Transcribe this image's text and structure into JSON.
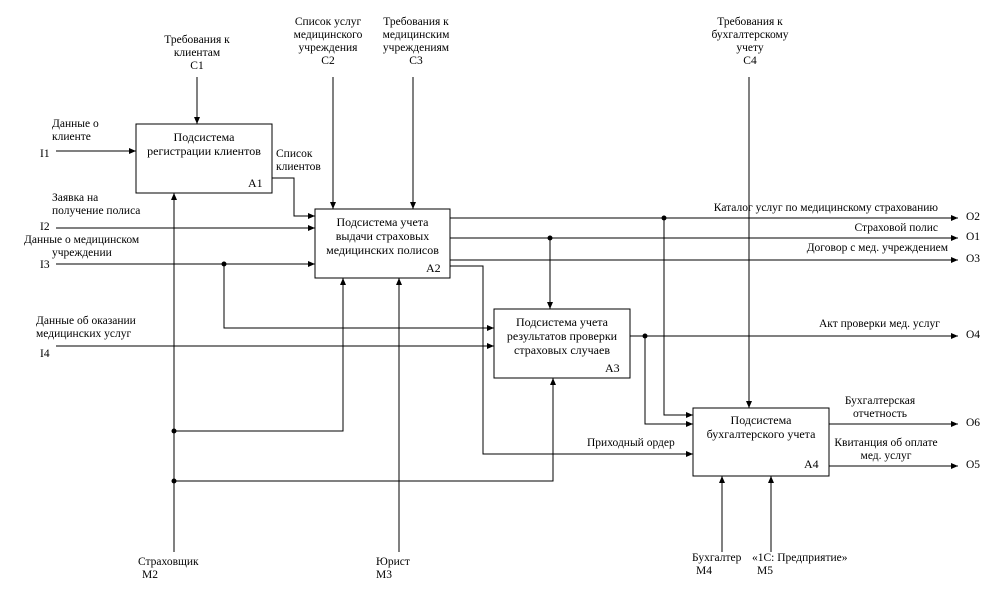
{
  "boxes": [
    {
      "id": "A1",
      "line1": "Подсистема",
      "line2": "регистрации клиентов",
      "line3": "",
      "num": "A1"
    },
    {
      "id": "A2",
      "line1": "Подсистема учета",
      "line2": "выдачи страховых",
      "line3": "медицинских полисов",
      "num": "A2"
    },
    {
      "id": "A3",
      "line1": "Подсистема учета",
      "line2": "результатов проверки",
      "line3": "страховых случаев",
      "num": "A3"
    },
    {
      "id": "A4",
      "line1": "Подсистема",
      "line2": "бухгалтерского учета",
      "line3": "",
      "num": "A4"
    }
  ],
  "controls": [
    {
      "line1": "Требования к",
      "line2": "клиентам",
      "line3": "",
      "code": "C1"
    },
    {
      "line1": "Список услуг",
      "line2": "медицинского",
      "line3": "учреждения",
      "code": "C2"
    },
    {
      "line1": "Требования к",
      "line2": "медицинским",
      "line3": "учреждениям",
      "code": "C3"
    },
    {
      "line1": "Требования к",
      "line2": "бухгалтерскому",
      "line3": "учету",
      "code": "C4"
    }
  ],
  "inputs": [
    {
      "line1": "Данные о",
      "line2": "клиенте",
      "code": "I1"
    },
    {
      "line1": "Заявка на",
      "line2": "получение полиса",
      "code": "I2"
    },
    {
      "line1": "Данные о медицинском",
      "line2": "учреждении",
      "code": "I3"
    },
    {
      "line1": "Данные об оказании",
      "line2": "медицинских услуг",
      "code": "I4"
    }
  ],
  "outputs": [
    {
      "label": "Каталог  услуг по медицинскому страхованию",
      "code": "O2"
    },
    {
      "label": "Страховой полис",
      "code": "O1"
    },
    {
      "label": "Договор с мед. учреждением",
      "code": "O3"
    },
    {
      "label": "Акт проверки мед. услуг",
      "code": "O4"
    },
    {
      "line1": "Бухгалтерская",
      "line2": "отчетность",
      "code": "O6"
    },
    {
      "line1": "Квитанция об оплате",
      "line2": "мед. услуг",
      "code": "O5"
    }
  ],
  "mechanisms": [
    {
      "label": "Страховщик",
      "code": "M2"
    },
    {
      "label": "Юрист",
      "code": "M3"
    },
    {
      "label": "Бухгалтер",
      "code": "M4"
    },
    {
      "label": "«1С: Предприятие»",
      "code": "M5"
    }
  ],
  "internal": {
    "clients_list_line1": "Список",
    "clients_list_line2": "клиентов",
    "receipt_order": "Приходный ордер"
  }
}
